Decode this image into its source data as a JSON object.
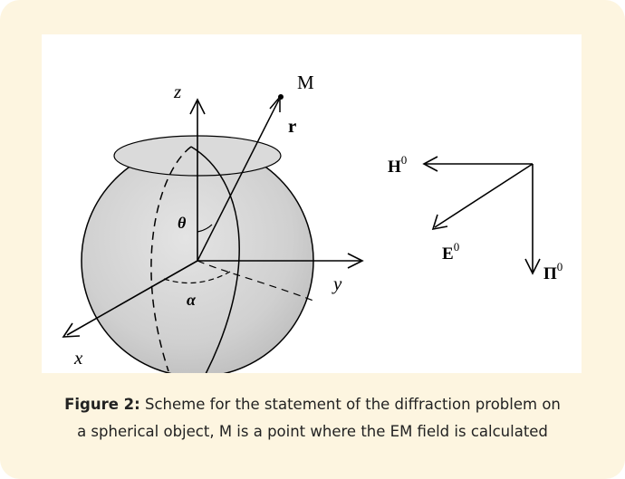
{
  "diagram": {
    "labels": {
      "z": "z",
      "y": "y",
      "x": "x",
      "r": "r",
      "M": "M",
      "theta": "θ",
      "alpha": "α",
      "H": "H",
      "E": "E",
      "Pi": "Π",
      "sup_zero": "0"
    }
  },
  "caption": {
    "label": "Figure 2:",
    "line1": "Scheme for the statement of the diffraction problem on",
    "line2": "a spherical object, M is a point where the EM field is calculated"
  },
  "colors": {
    "background": "#fdf5e0",
    "sphere_fill": "#d2d2d2",
    "ink": "#000000"
  }
}
